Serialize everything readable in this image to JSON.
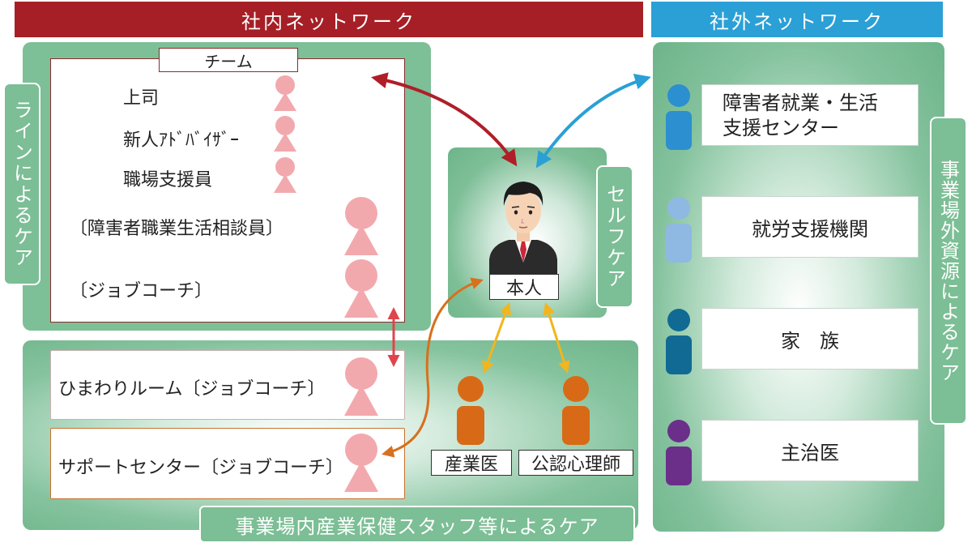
{
  "headers": {
    "internal": "社内ネットワーク",
    "external": "社外ネットワーク"
  },
  "colors": {
    "internal_header": "#a61f26",
    "external_header": "#2aa0d6",
    "green_panel": "#74b890",
    "pink_person": "#f2a9ad",
    "orange_person": "#d86a17",
    "dark_red_arrow": "#b01e28",
    "blue_arrow": "#2aa0d6",
    "pink_arrow": "#e0444c",
    "orange_arrow": "#d8701c",
    "yellow_arrow": "#f2b51e"
  },
  "line_care": {
    "label": "ラインによるケア",
    "team_label": "チーム",
    "members": [
      "上司",
      "新人ｱﾄﾞﾊﾞｲｻﾞｰ",
      "職場支援員",
      "〔障害者職業生活相談員〕",
      "〔ジョブコーチ〕"
    ]
  },
  "self_care": {
    "label": "セルフケア",
    "person_label": "本人"
  },
  "staff_care": {
    "label": "事業場内産業保健スタッフ等によるケア",
    "rooms": [
      "ひまわりルーム〔ジョブコーチ〕",
      "サポートセンター〔ジョブコーチ〕"
    ],
    "doctor": "産業医",
    "psychologist": "公認心理師"
  },
  "external_care": {
    "label": "事業場外資源によるケア",
    "resources": [
      {
        "name_line1": "障害者就業・生活",
        "name_line2": "支援センター",
        "color": "#2b8fd0"
      },
      {
        "name_line1": "就労支援機関",
        "name_line2": "",
        "color": "#8fb8e2"
      },
      {
        "name_line1": "家　族",
        "name_line2": "",
        "color": "#116a93"
      },
      {
        "name_line1": "主治医",
        "name_line2": "",
        "color": "#6b2f8a"
      }
    ]
  }
}
